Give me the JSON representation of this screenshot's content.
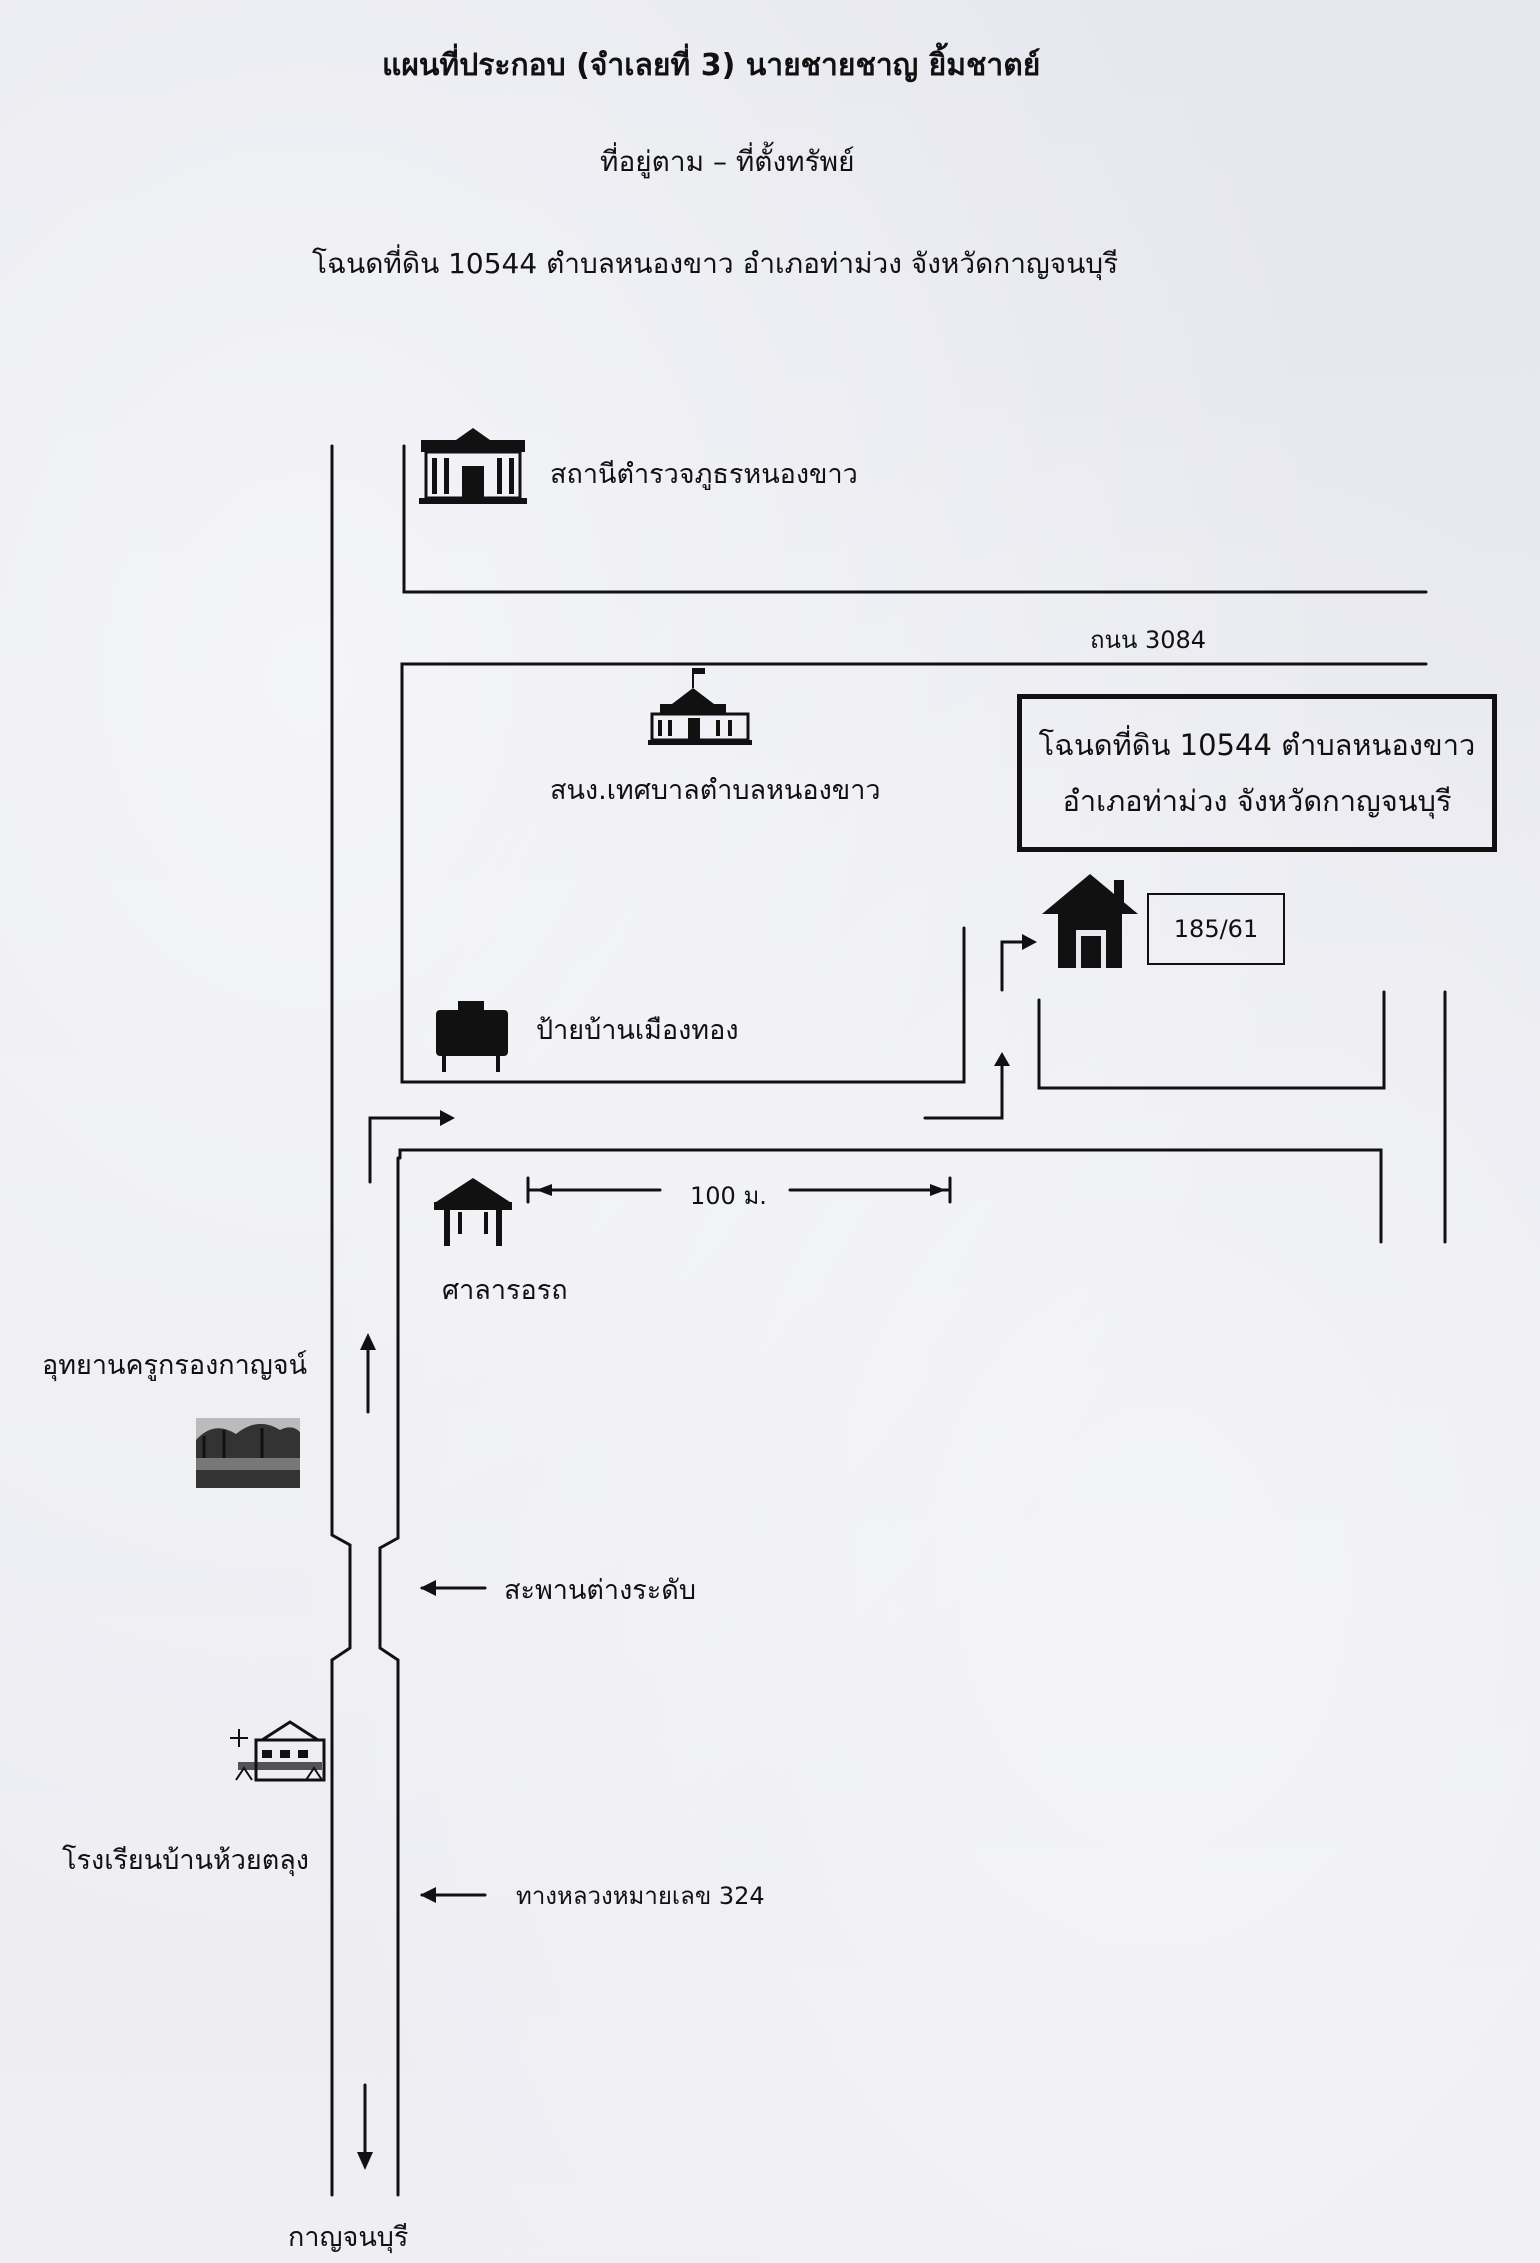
{
  "header": {
    "title": "แผนที่ประกอบ  (จำเลยที่ 3) นายชายชาญ ยิ้มชาตย์",
    "subtitle": "ที่อยู่ตาม – ที่ตั้งทรัพย์",
    "deed_line": "โฉนดที่ดิน 10544 ตำบลหนองขาว อำเภอท่าม่วง จังหวัดกาญจนบุรี"
  },
  "landmarks": {
    "police_station": "สถานีตำรวจภูธรหนองขาว",
    "road_3084": "ถนน 3084",
    "municipality_office": "สนง.เทศบาลตำบลหนองขาว",
    "village_sign": "ป้ายบ้านเมืองทอง",
    "bus_shelter": "ศาลารอรถ",
    "distance": "100 ม.",
    "park": "อุทยานครูกรองกาญจน์",
    "flyover": "สะพานต่างระดับ",
    "school": "โรงเรียนบ้านห้วยตลุง",
    "highway_324": "ทางหลวงหมายเลข 324",
    "kanchanaburi": "กาญจนบุรี"
  },
  "target": {
    "deed_line1": "โฉนดที่ดิน 10544 ตำบลหนองขาว",
    "deed_line2": "อำเภอท่าม่วง จังหวัดกาญจนบุรี",
    "house_number": "185/61"
  },
  "colors": {
    "ink": "#111111",
    "paper": "#e9eaf0"
  }
}
